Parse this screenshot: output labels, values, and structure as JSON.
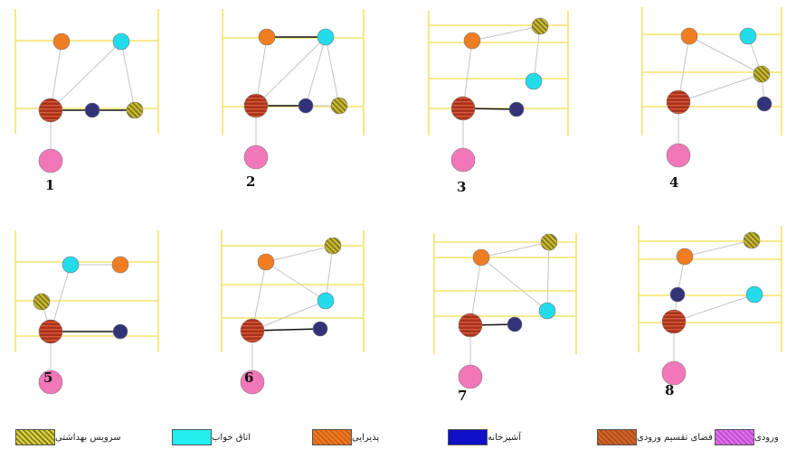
{
  "diagrams": [
    {
      "number": "1",
      "lines": 2,
      "nodes": [
        {
          "type": "reception"
        },
        {
          "type": "bedroom"
        },
        {
          "type": "entry-hall"
        },
        {
          "type": "kitchen"
        },
        {
          "type": "bathroom"
        },
        {
          "type": "entrance"
        }
      ],
      "edges": [
        [
          0,
          2,
          "thin"
        ],
        [
          1,
          2,
          "thin"
        ],
        [
          1,
          4,
          "thin"
        ],
        [
          2,
          3,
          "bold"
        ],
        [
          3,
          4,
          "bold"
        ],
        [
          2,
          5,
          "thin"
        ]
      ]
    },
    {
      "number": "2",
      "lines": 2,
      "nodes": [
        {
          "type": "reception"
        },
        {
          "type": "bedroom"
        },
        {
          "type": "entry-hall"
        },
        {
          "type": "kitchen"
        },
        {
          "type": "bathroom"
        },
        {
          "type": "entrance"
        }
      ],
      "edges": [
        [
          0,
          1,
          "bold"
        ],
        [
          0,
          2,
          "thin"
        ],
        [
          1,
          2,
          "thin"
        ],
        [
          1,
          3,
          "thin"
        ],
        [
          1,
          4,
          "thin"
        ],
        [
          2,
          3,
          "bold"
        ],
        [
          3,
          4,
          "thin"
        ],
        [
          2,
          5,
          "thin"
        ]
      ]
    },
    {
      "number": "3",
      "lines": 4,
      "nodes": [
        {
          "type": "bathroom"
        },
        {
          "type": "reception"
        },
        {
          "type": "bedroom"
        },
        {
          "type": "entry-hall"
        },
        {
          "type": "kitchen"
        },
        {
          "type": "entrance"
        }
      ],
      "edges": [
        [
          1,
          0,
          "thin"
        ],
        [
          0,
          2,
          "thin"
        ],
        [
          1,
          3,
          "thin"
        ],
        [
          3,
          4,
          "bold"
        ],
        [
          3,
          5,
          "thin"
        ]
      ]
    },
    {
      "number": "4",
      "lines": 3,
      "nodes": [
        {
          "type": "reception"
        },
        {
          "type": "bedroom"
        },
        {
          "type": "bathroom"
        },
        {
          "type": "entry-hall"
        },
        {
          "type": "kitchen"
        },
        {
          "type": "entrance"
        }
      ],
      "edges": [
        [
          0,
          2,
          "thin"
        ],
        [
          1,
          2,
          "thin"
        ],
        [
          0,
          3,
          "thin"
        ],
        [
          2,
          3,
          "thin"
        ],
        [
          2,
          4,
          "thin"
        ],
        [
          3,
          5,
          "thin"
        ]
      ]
    },
    {
      "number": "5",
      "lines": 3,
      "nodes": [
        {
          "type": "bedroom"
        },
        {
          "type": "reception"
        },
        {
          "type": "bathroom"
        },
        {
          "type": "entry-hall"
        },
        {
          "type": "kitchen"
        },
        {
          "type": "entrance"
        }
      ],
      "edges": [
        [
          0,
          1,
          "thin"
        ],
        [
          0,
          3,
          "thin"
        ],
        [
          2,
          3,
          "thin"
        ],
        [
          3,
          4,
          "bold"
        ],
        [
          3,
          5,
          "thin"
        ]
      ]
    },
    {
      "number": "6",
      "lines": 3,
      "nodes": [
        {
          "type": "bathroom"
        },
        {
          "type": "reception"
        },
        {
          "type": "bedroom"
        },
        {
          "type": "entry-hall"
        },
        {
          "type": "kitchen"
        },
        {
          "type": "entrance"
        }
      ],
      "edges": [
        [
          1,
          0,
          "thin"
        ],
        [
          0,
          2,
          "thin"
        ],
        [
          1,
          2,
          "thin"
        ],
        [
          1,
          3,
          "thin"
        ],
        [
          2,
          3,
          "thin"
        ],
        [
          3,
          4,
          "bold"
        ],
        [
          3,
          5,
          "thin"
        ]
      ]
    },
    {
      "number": "7",
      "lines": 4,
      "nodes": [
        {
          "type": "bathroom"
        },
        {
          "type": "reception"
        },
        {
          "type": "bedroom"
        },
        {
          "type": "entry-hall"
        },
        {
          "type": "kitchen"
        },
        {
          "type": "entrance"
        }
      ],
      "edges": [
        [
          1,
          0,
          "thin"
        ],
        [
          0,
          2,
          "thin"
        ],
        [
          1,
          2,
          "thin"
        ],
        [
          1,
          3,
          "thin"
        ],
        [
          3,
          4,
          "bold"
        ],
        [
          3,
          5,
          "thin"
        ]
      ]
    },
    {
      "number": "8",
      "lines": 4,
      "nodes": [
        {
          "type": "bathroom"
        },
        {
          "type": "reception"
        },
        {
          "type": "kitchen"
        },
        {
          "type": "bedroom"
        },
        {
          "type": "entry-hall"
        },
        {
          "type": "entrance"
        }
      ],
      "edges": [
        [
          1,
          0,
          "thin"
        ],
        [
          1,
          2,
          "thin"
        ],
        [
          2,
          4,
          "thin"
        ],
        [
          3,
          4,
          "thin"
        ],
        [
          4,
          5,
          "thin"
        ]
      ]
    }
  ],
  "node_styles": {
    "bathroom": {
      "fill": "#c9b82e",
      "stripe": "#6f6a1a",
      "pattern": "hatch"
    },
    "bedroom": {
      "fill": "#22dcec",
      "pattern": "solid"
    },
    "reception": {
      "fill": "#f07d22",
      "pattern": "solid"
    },
    "kitchen": {
      "fill": "#33337a",
      "pattern": "solid"
    },
    "entry-hall": {
      "fill": "#a8321c",
      "stripe": "#d85a38",
      "pattern": "stripe"
    },
    "entrance": {
      "fill": "#f277b8",
      "pattern": "solid"
    }
  },
  "colors": {
    "zone_line": "#f5e36a",
    "thin_edge": "#c4c4c4",
    "bold_edge": "#111111"
  },
  "legend": [
    {
      "label": "سرویس بهداشتی",
      "swatch": {
        "fill": "#d8d040",
        "stripe": "#7a7414",
        "pattern": "hatch"
      }
    },
    {
      "label": "اتاق خواب",
      "swatch": {
        "fill": "#22eef0",
        "pattern": "solid"
      }
    },
    {
      "label": "پذیرایی",
      "swatch": {
        "fill": "#f07a20",
        "stripe": "#c85c10",
        "pattern": "hatch"
      }
    },
    {
      "label": "آشپزخانه",
      "swatch": {
        "fill": "#1010c8",
        "pattern": "solid"
      }
    },
    {
      "label": "فضای تقسیم ورودی",
      "swatch": {
        "fill": "#d06428",
        "stripe": "#a84818",
        "pattern": "hatch"
      }
    },
    {
      "label": "ورودی",
      "swatch": {
        "fill": "#e070e8",
        "stripe": "#b848c8",
        "pattern": "hatch"
      }
    }
  ]
}
